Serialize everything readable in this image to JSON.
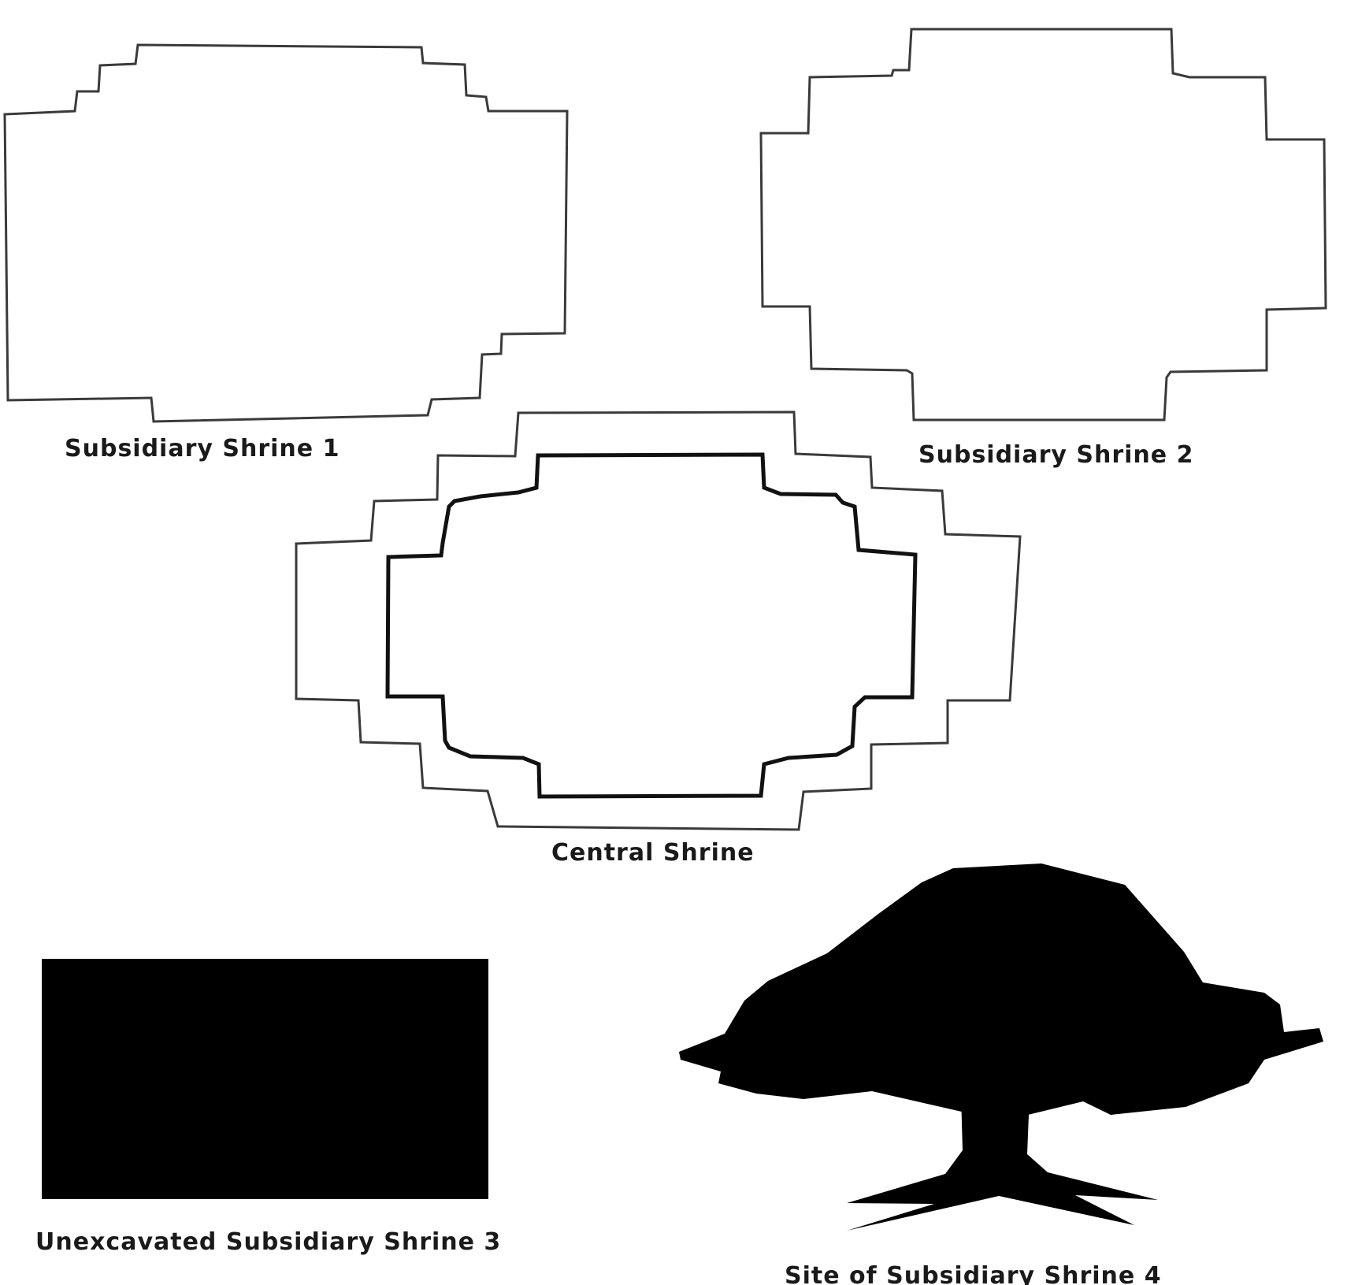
{
  "labels": {
    "shrine1": "Subsidiary Shrine 1",
    "shrine2": "Subsidiary Shrine 2",
    "central": "Central Shrine",
    "shrine3": "Unexcavated Subsidiary Shrine 3",
    "shrine4": "Site of Subsidiary Shrine 4"
  },
  "colors": {
    "outline": "#3a3a3a",
    "fill": "#000000",
    "background": "#ffffff"
  },
  "icons": {
    "shrine4_marker": "tree-icon"
  }
}
